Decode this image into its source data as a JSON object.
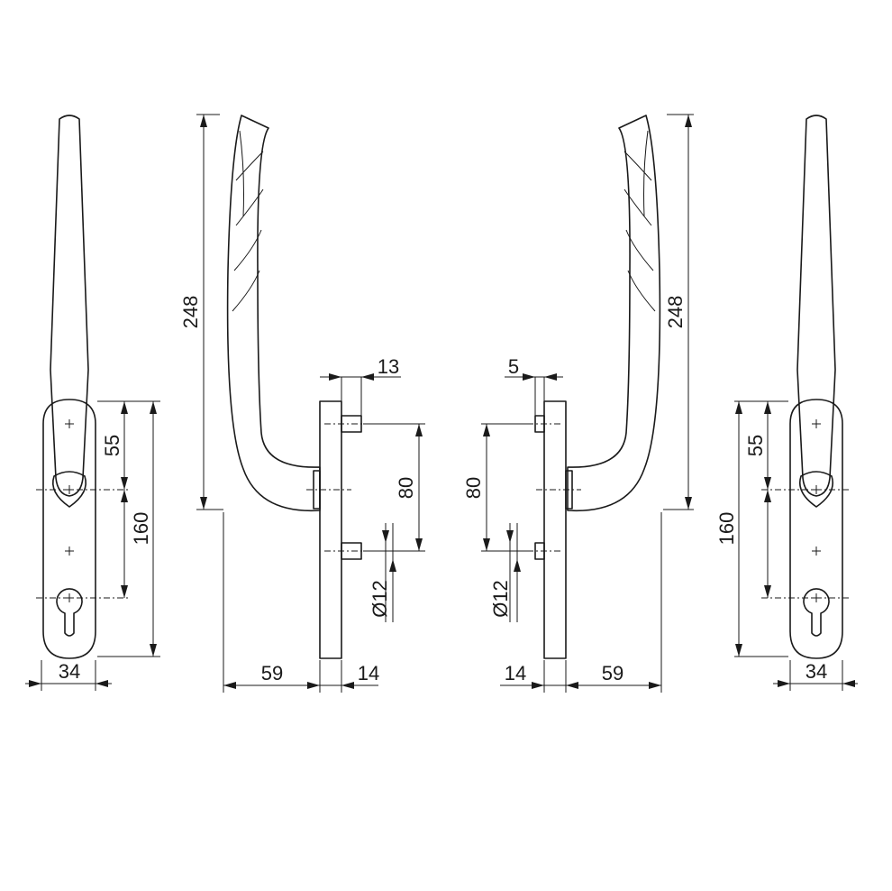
{
  "dimensions": {
    "plate_width": "34",
    "handle_height": "248",
    "spindle_spacing": "55",
    "plate_length": "160",
    "screw_spacing": "80",
    "pin_offset_left": "13",
    "pin_offset_right": "5",
    "pin_diameter": "Ø12",
    "projection": "59",
    "plate_thickness": "14"
  }
}
